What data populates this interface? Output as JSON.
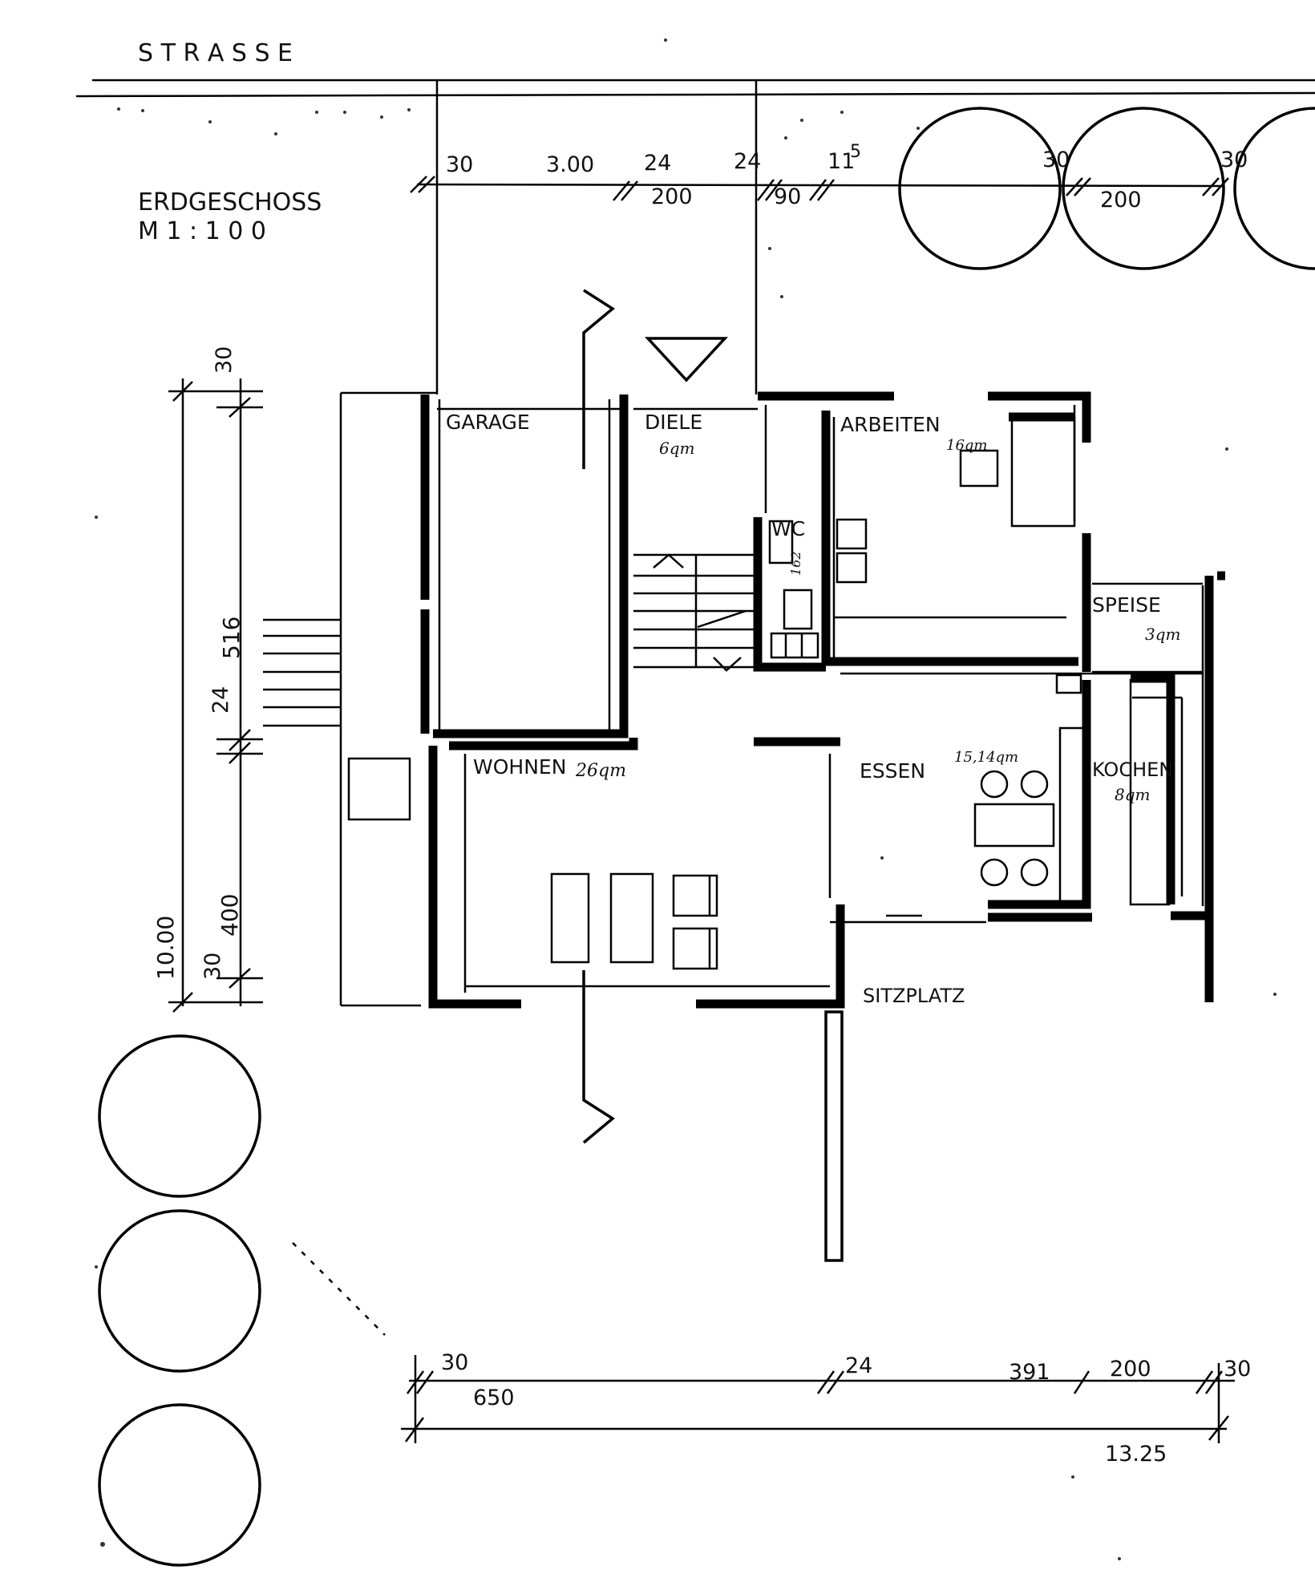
{
  "header": {
    "street": "S T R A S S E",
    "floor": "ERDGESCHOSS",
    "scale": "M  1  :  1 0 0"
  },
  "rooms": {
    "garage": "GARAGE",
    "diele": "DIELE",
    "diele_area": "6qm",
    "arbeiten": "ARBEITEN",
    "arbeiten_area": "16qm",
    "wc": "WC",
    "wc_dim": "162",
    "speise": "SPEISE",
    "speise_area": "3qm",
    "wohnen": "WOHNEN",
    "wohnen_area": "26qm",
    "essen": "ESSEN",
    "essen_area": "15,14qm",
    "kochen": "KOCHEN",
    "kochen_area": "8qm",
    "sitzplatz": "SITZPLATZ"
  },
  "dimensions": {
    "top": [
      "30",
      "3.00",
      "24",
      "200",
      "24",
      "90",
      "11",
      "5",
      "30",
      "200",
      "30"
    ],
    "left": [
      "30",
      "516",
      "24",
      "400",
      "30",
      "10.00"
    ],
    "bottom": [
      "30",
      "650",
      "24",
      "391",
      "200",
      "30",
      "13.25"
    ]
  }
}
